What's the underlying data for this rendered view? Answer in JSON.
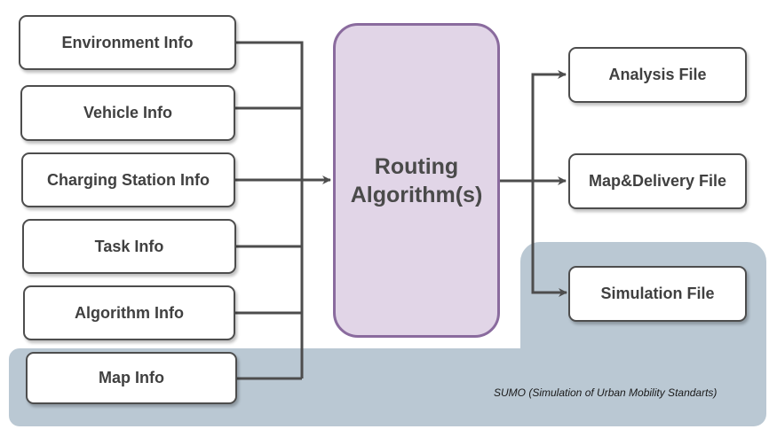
{
  "diagram": {
    "inputs": [
      {
        "id": "environment",
        "label": "Environment Info"
      },
      {
        "id": "vehicle",
        "label": "Vehicle Info"
      },
      {
        "id": "charging-station",
        "label": "Charging Station Info"
      },
      {
        "id": "task",
        "label": "Task Info"
      },
      {
        "id": "algorithm",
        "label": "Algorithm Info"
      },
      {
        "id": "map",
        "label": "Map Info"
      }
    ],
    "processor": {
      "line1": "Routing",
      "line2": "Algorithm(s)"
    },
    "outputs": [
      {
        "id": "analysis",
        "label": "Analysis File"
      },
      {
        "id": "map-delivery",
        "label": "Map&Delivery File"
      },
      {
        "id": "simulation",
        "label": "Simulation File"
      }
    ],
    "region": {
      "label": "SUMO (Simulation of Urban Mobility Standarts)"
    },
    "colors": {
      "region_fill": "#bac8d3",
      "processor_fill": "#e1d5e7",
      "processor_stroke": "#8a6b9e",
      "connector": "#4d4d4d"
    }
  }
}
